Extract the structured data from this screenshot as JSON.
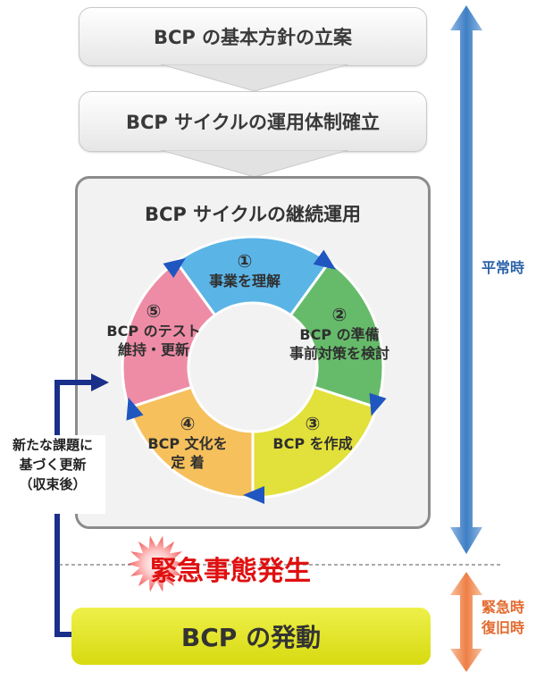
{
  "steps": {
    "policy": "BCP の基本方針の立案",
    "system": "BCP サイクルの運用体制確立"
  },
  "cycle": {
    "title": "BCP サイクルの継続運用",
    "segments": [
      {
        "num": "①",
        "line1": "事業を理解",
        "line2": ""
      },
      {
        "num": "②",
        "line1": "BCP の準備",
        "line2": "事前対策を検討"
      },
      {
        "num": "③",
        "line1": "BCP を作成",
        "line2": ""
      },
      {
        "num": "④",
        "line1": "BCP 文化を",
        "line2": "定 着"
      },
      {
        "num": "⑤",
        "line1": "BCP のテスト",
        "line2": "維持・更新"
      }
    ]
  },
  "feedback": {
    "line1": "新たな課題に",
    "line2": "基づく更新",
    "line3": "（収束後）"
  },
  "emergency": "緊急事態発生",
  "activation": "BCP の発動",
  "side": {
    "normal": "平常時",
    "recovery_line1": "緊急時",
    "recovery_line2": "復旧時"
  },
  "colors": {
    "seg1": "#5bb4e6",
    "seg2": "#66bb6a",
    "seg3": "#e2e03a",
    "seg4": "#f6c05c",
    "seg5": "#ee8ca6",
    "normal_arrow": "#4a86c6",
    "recovery_arrow": "#f08c5a",
    "emergency_text": "#e01010",
    "activation_fill": "#e0e224"
  }
}
